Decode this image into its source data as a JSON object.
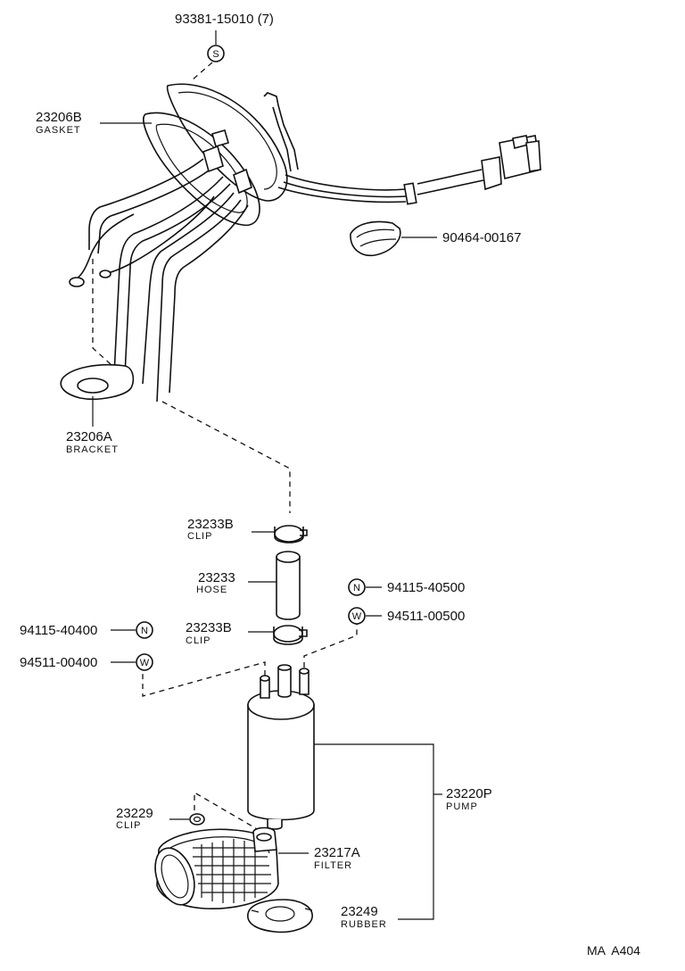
{
  "parts": {
    "screw": {
      "number": "93381-15010 (7)",
      "symbol": "S"
    },
    "gasket": {
      "number": "23206B",
      "name": "GASKET"
    },
    "connector_clip": {
      "number": "90464-00167"
    },
    "bracket": {
      "number": "23206A",
      "name": "BRACKET"
    },
    "clip_upper": {
      "number": "23233B",
      "name": "CLIP"
    },
    "hose": {
      "number": "23233",
      "name": "HOSE"
    },
    "clip_lower": {
      "number": "23233B",
      "name": "CLIP"
    },
    "nut_right": {
      "number": "94115-40500",
      "symbol": "N"
    },
    "washer_right": {
      "number": "94511-00500",
      "symbol": "W"
    },
    "nut_left": {
      "number": "94115-40400",
      "symbol": "N"
    },
    "washer_left": {
      "number": "94511-00400",
      "symbol": "W"
    },
    "pump": {
      "number": "23220P",
      "name": "PUMP"
    },
    "clip_small": {
      "number": "23229",
      "name": "CLIP"
    },
    "filter": {
      "number": "23217A",
      "name": "FILTER"
    },
    "rubber": {
      "number": "23249",
      "name": "RUBBER"
    }
  },
  "reference": "MA  A404"
}
